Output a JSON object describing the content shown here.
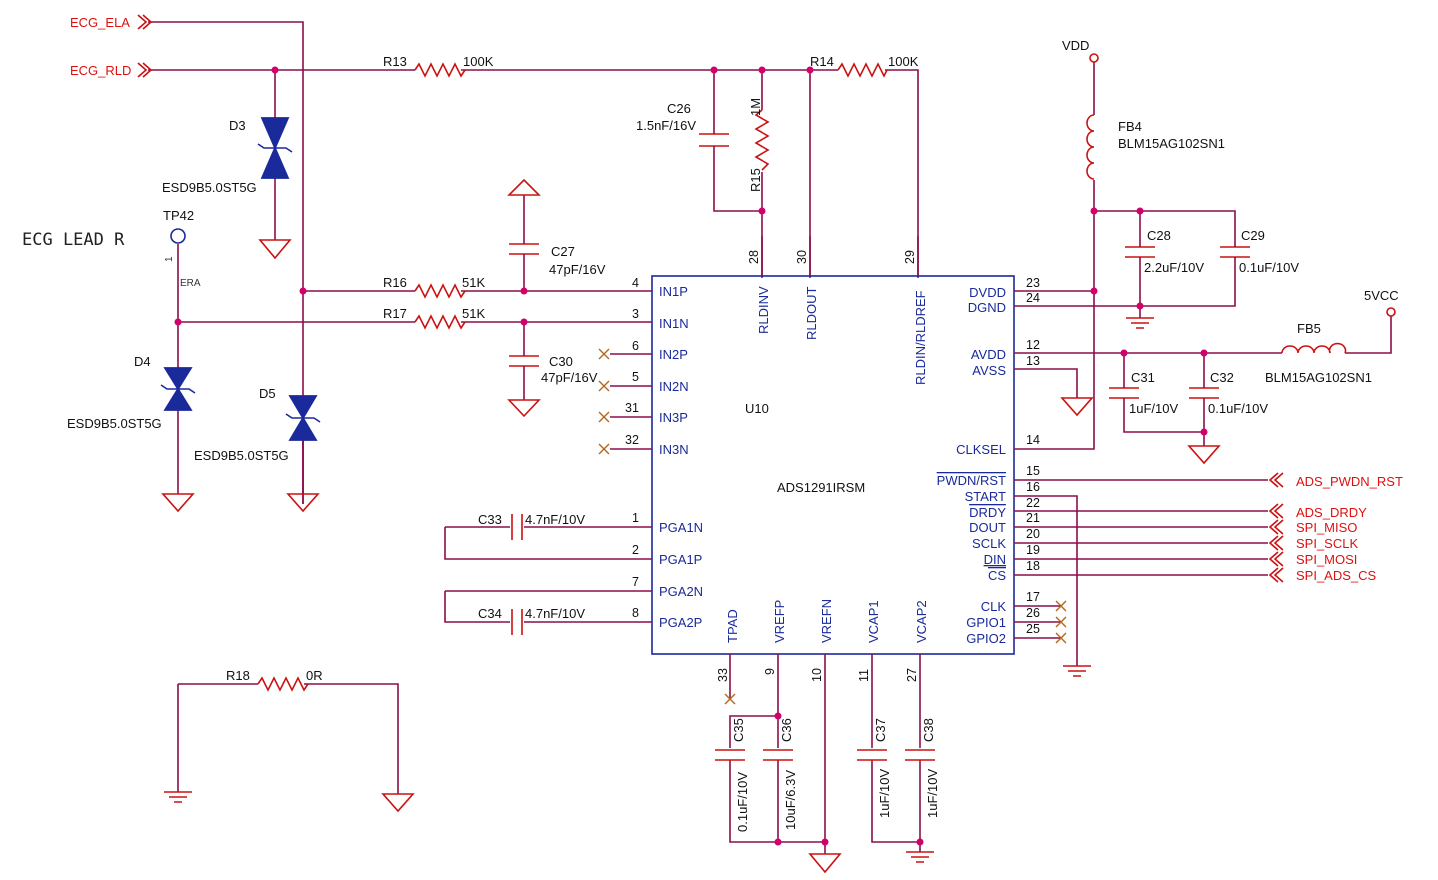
{
  "nets": {
    "ecg_ela": "ECG_ELA",
    "ecg_rld": "ECG_RLD",
    "vdd": "VDD",
    "v5": "5VCC",
    "ads_pwdn_rst": "ADS_PWDN_RST",
    "ads_drdy": "ADS_DRDY",
    "spi_miso": "SPI_MISO",
    "spi_sclk": "SPI_SCLK",
    "spi_mosi": "SPI_MOSI",
    "spi_ads_cs": "SPI_ADS_CS",
    "era": "ERA"
  },
  "labels": {
    "ecg_lead_r": "ECG LEAD R",
    "tp42": "TP42",
    "tp42_pin": "1"
  },
  "ic": {
    "ref": "U10",
    "part": "ADS1291IRSM",
    "left_pins": [
      {
        "name": "IN1P",
        "num": "4"
      },
      {
        "name": "IN1N",
        "num": "3"
      },
      {
        "name": "IN2P",
        "num": "6"
      },
      {
        "name": "IN2N",
        "num": "5"
      },
      {
        "name": "IN3P",
        "num": "31"
      },
      {
        "name": "IN3N",
        "num": "32"
      },
      {
        "name": "PGA1N",
        "num": "1"
      },
      {
        "name": "PGA1P",
        "num": "2"
      },
      {
        "name": "PGA2N",
        "num": "7"
      },
      {
        "name": "PGA2P",
        "num": "8"
      }
    ],
    "right_pins": [
      {
        "name": "DVDD",
        "num": "23"
      },
      {
        "name": "DGND",
        "num": "24"
      },
      {
        "name": "AVDD",
        "num": "12"
      },
      {
        "name": "AVSS",
        "num": "13"
      },
      {
        "name": "CLKSEL",
        "num": "14"
      },
      {
        "name": "PWDN/RST",
        "num": "15"
      },
      {
        "name": "START",
        "num": "16"
      },
      {
        "name": "DRDY",
        "num": "22"
      },
      {
        "name": "DOUT",
        "num": "21"
      },
      {
        "name": "SCLK",
        "num": "20"
      },
      {
        "name": "DIN",
        "num": "19"
      },
      {
        "name": "CS",
        "num": "18"
      },
      {
        "name": "CLK",
        "num": "17"
      },
      {
        "name": "GPIO1",
        "num": "26"
      },
      {
        "name": "GPIO2",
        "num": "25"
      }
    ],
    "top_pins": [
      {
        "name": "RLDINV",
        "num": "28"
      },
      {
        "name": "RLDOUT",
        "num": "30"
      },
      {
        "name": "RLDIN/RLDREF",
        "num": "29"
      }
    ],
    "bottom_pins": [
      {
        "name": "TPAD",
        "num": "33"
      },
      {
        "name": "VREFP",
        "num": "9"
      },
      {
        "name": "VREFN",
        "num": "10"
      },
      {
        "name": "VCAP1",
        "num": "11"
      },
      {
        "name": "VCAP2",
        "num": "27"
      }
    ]
  },
  "resistors": {
    "r13": {
      "ref": "R13",
      "value": "100K"
    },
    "r14": {
      "ref": "R14",
      "value": "100K"
    },
    "r15": {
      "ref": "R15",
      "value": "1M"
    },
    "r16": {
      "ref": "R16",
      "value": "51K"
    },
    "r17": {
      "ref": "R17",
      "value": "51K"
    },
    "r18": {
      "ref": "R18",
      "value": "0R"
    }
  },
  "capacitors": {
    "c26": {
      "ref": "C26",
      "value": "1.5nF/16V"
    },
    "c27": {
      "ref": "C27",
      "value": "47pF/16V"
    },
    "c28": {
      "ref": "C28",
      "value": "2.2uF/10V"
    },
    "c29": {
      "ref": "C29",
      "value": "0.1uF/10V"
    },
    "c30": {
      "ref": "C30",
      "value": "47pF/16V"
    },
    "c31": {
      "ref": "C31",
      "value": "1uF/10V"
    },
    "c32": {
      "ref": "C32",
      "value": "0.1uF/10V"
    },
    "c33": {
      "ref": "C33",
      "value": "4.7nF/10V"
    },
    "c34": {
      "ref": "C34",
      "value": "4.7nF/10V"
    },
    "c35": {
      "ref": "C35",
      "value": "0.1uF/10V"
    },
    "c36": {
      "ref": "C36",
      "value": "10uF/6.3V"
    },
    "c37": {
      "ref": "C37",
      "value": "1uF/10V"
    },
    "c38": {
      "ref": "C38",
      "value": "1uF/10V"
    }
  },
  "diodes": {
    "d3": {
      "ref": "D3",
      "part": "ESD9B5.0ST5G"
    },
    "d4": {
      "ref": "D4",
      "part": "ESD9B5.0ST5G"
    },
    "d5": {
      "ref": "D5",
      "part": "ESD9B5.0ST5G"
    }
  },
  "beads": {
    "fb4": {
      "ref": "FB4",
      "part": "BLM15AG102SN1"
    },
    "fb5": {
      "ref": "FB5",
      "part": "BLM15AG102SN1"
    }
  }
}
